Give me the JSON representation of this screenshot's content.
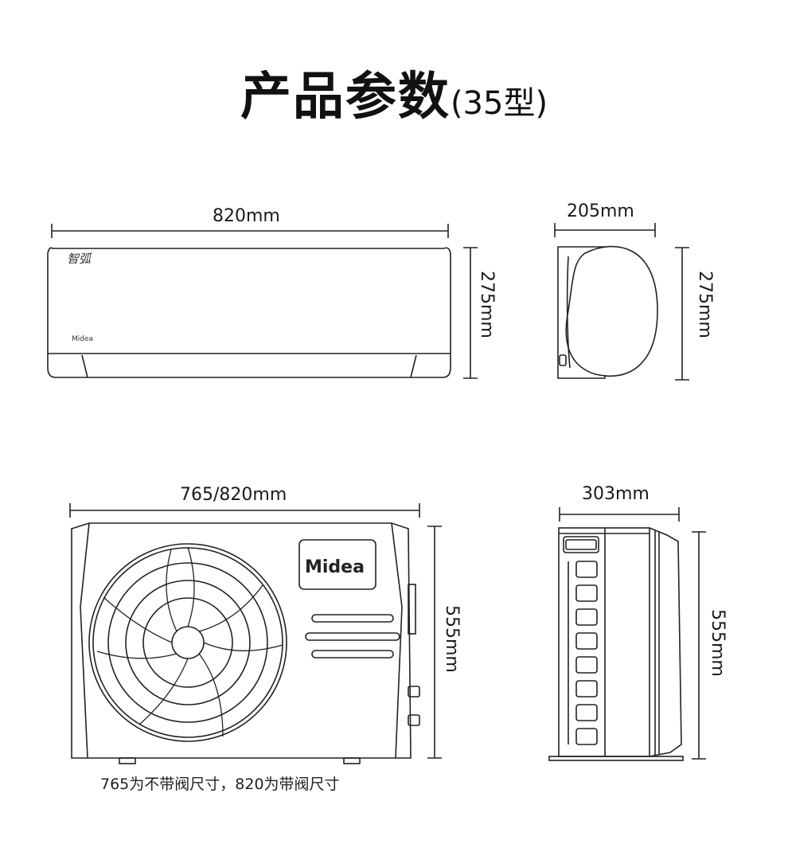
{
  "title": {
    "main": "产品参数",
    "sub": "(35型)"
  },
  "indoor_unit": {
    "front": {
      "width_label": "820mm",
      "height_label": "275mm",
      "series_logo": "智弧",
      "brand_logo": "Midea"
    },
    "side": {
      "depth_label": "205mm",
      "height_label": "275mm"
    }
  },
  "outdoor_unit": {
    "front": {
      "width_label": "765/820mm",
      "height_label": "555mm",
      "brand_logo": "Midea"
    },
    "side": {
      "depth_label": "303mm",
      "height_label": "555mm"
    }
  },
  "note": "765为不带阀尺寸，820为带阀尺寸",
  "colors": {
    "line": "#222222",
    "background": "#ffffff"
  }
}
